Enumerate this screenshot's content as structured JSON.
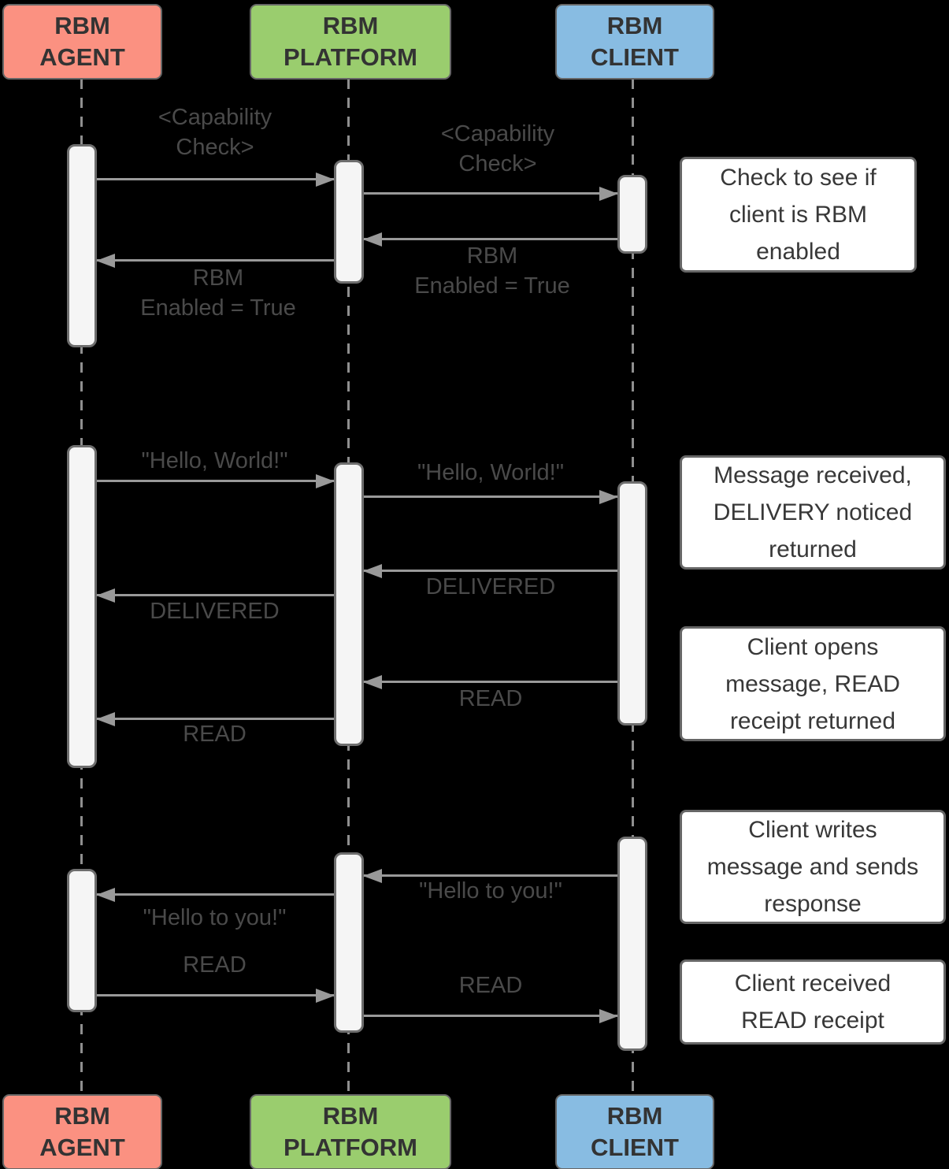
{
  "colors": {
    "agent_fill": "#FB9181",
    "platform_fill": "#9ACD6E",
    "client_fill": "#88BCE2",
    "actor_border": "#666666",
    "bar_fill": "#F5F5F5",
    "bar_border": "#6E6E6E",
    "line": "#999999",
    "label_text": "#4A4A4A",
    "note_border": "#666666",
    "note_text": "#383838",
    "background": "#000000"
  },
  "actors": {
    "agent": "RBM\nAGENT",
    "platform": "RBM\nPLATFORM",
    "client": "RBM\nCLIENT"
  },
  "messages": {
    "cap_check_agent_platform": "<Capability\nCheck>",
    "cap_check_platform_client": "<Capability\nCheck>",
    "rbm_enabled_client_platform": "RBM\nEnabled = True",
    "rbm_enabled_platform_agent": "RBM\nEnabled = True",
    "hello_world_agent_platform": "\"Hello, World!\"",
    "hello_world_platform_client": "\"Hello, World!\"",
    "delivered_client_platform": "DELIVERED",
    "delivered_platform_agent": "DELIVERED",
    "read_client_platform": "READ",
    "read_platform_agent": "READ",
    "hello_you_client_platform": "\"Hello to you!\"",
    "hello_you_platform_agent": "\"Hello to you!\"",
    "read_agent_platform": "READ",
    "read_platform_client": "READ"
  },
  "notes": {
    "capability": "Check to see if\nclient is RBM\nenabled",
    "delivery": "Message received,\nDELIVERY noticed\nreturned",
    "read_receipt": "Client opens\nmessage, READ\nreceipt returned",
    "response": "Client writes\nmessage and sends\nresponse",
    "read_received": "Client received\nREAD receipt"
  }
}
